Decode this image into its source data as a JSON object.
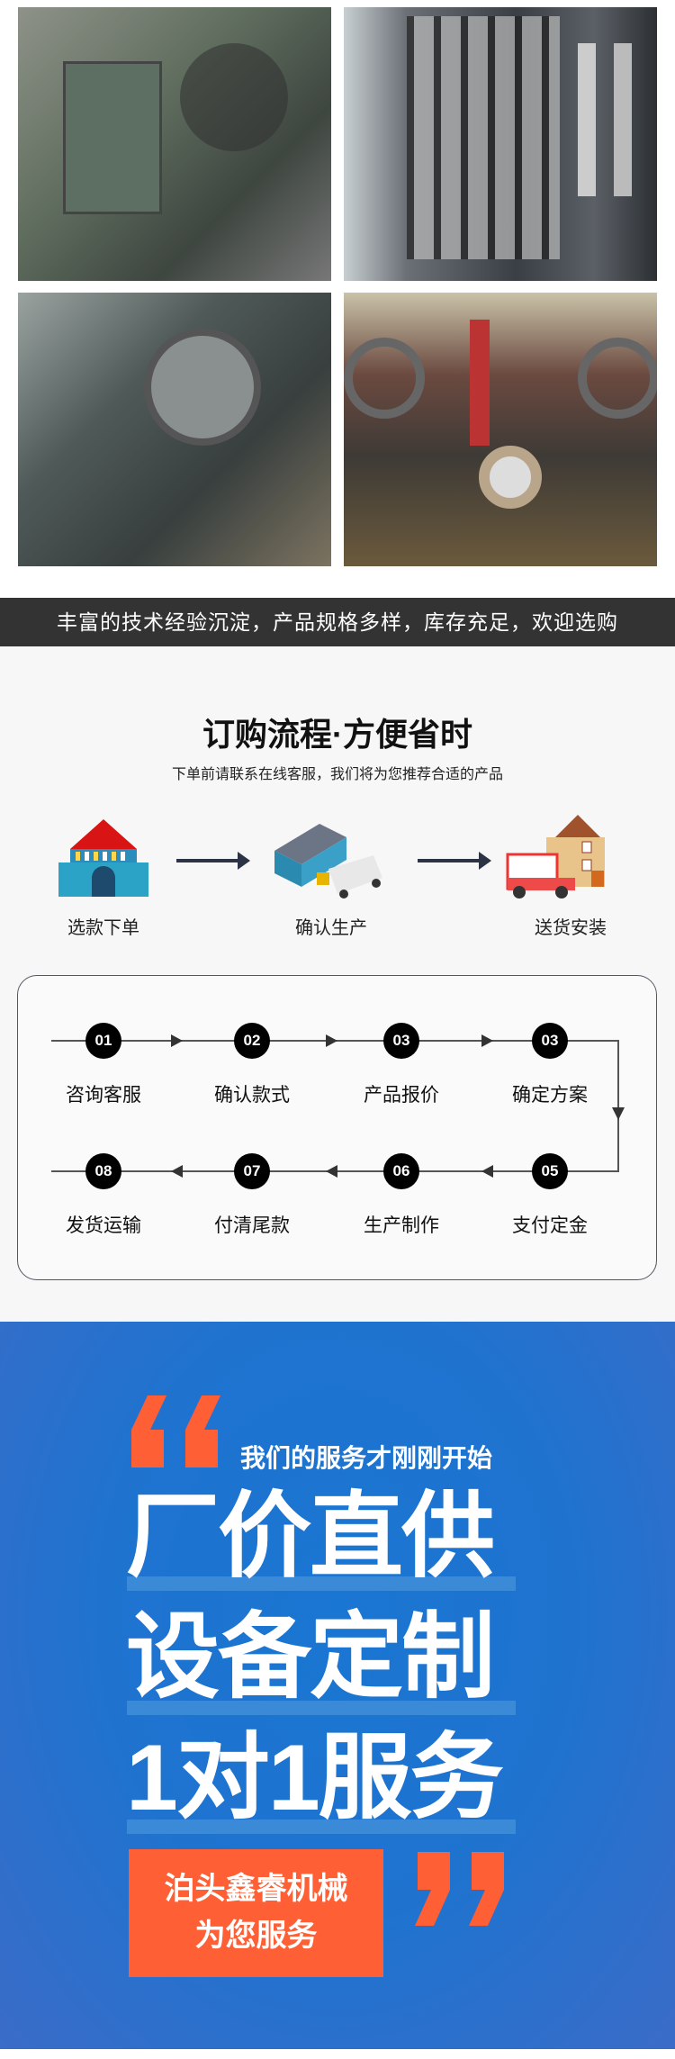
{
  "photos": [
    "lathe-machine-photo",
    "cnc-guard-photo",
    "lathe-chuck-photo",
    "band-saw-pipe-photo"
  ],
  "banner": {
    "text": "丰富的技术经验沉淀，产品规格多样，库存充足，欢迎选购"
  },
  "order_process": {
    "title": "订购流程·方便省时",
    "subtitle": "下单前请联系在线客服，我们将为您推荐合适的产品",
    "steps": [
      {
        "label": "选款下单",
        "icon": "store-icon"
      },
      {
        "label": "确认生产",
        "icon": "factory-truck-icon"
      },
      {
        "label": "送货安装",
        "icon": "delivery-house-icon"
      }
    ]
  },
  "flow": {
    "row1": [
      {
        "num": "01",
        "label": "咨询客服"
      },
      {
        "num": "02",
        "label": "确认款式"
      },
      {
        "num": "03",
        "label": "产品报价"
      },
      {
        "num": "03",
        "label": "确定方案"
      }
    ],
    "row2": [
      {
        "num": "08",
        "label": "发货运输"
      },
      {
        "num": "07",
        "label": "付清尾款"
      },
      {
        "num": "06",
        "label": "生产制作"
      },
      {
        "num": "05",
        "label": "支付定金"
      }
    ]
  },
  "promo": {
    "subheading": "我们的服务才刚刚开始",
    "lines": [
      "厂价直供",
      "设备定制",
      "1对1服务"
    ],
    "company_line1": "泊头鑫睿机械",
    "company_line2": "为您服务",
    "colors": {
      "blue": "#1976d2",
      "orange": "#ff5f35"
    }
  }
}
